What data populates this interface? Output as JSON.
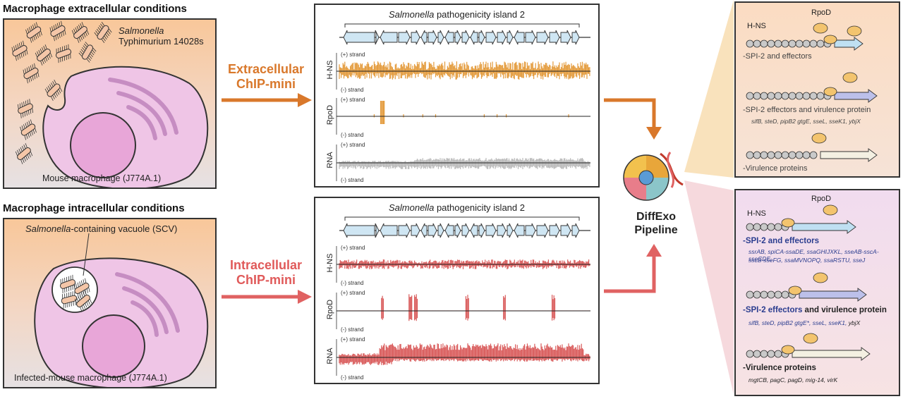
{
  "top": {
    "title": "Macrophage extracellular conditions",
    "salmonella_line1": "Salmonella",
    "salmonella_line2": "Typhimurium 14028s",
    "caption": "Mouse macrophage (J774A.1)"
  },
  "bottom": {
    "title": "Macrophage intracellular conditions",
    "scv_italic": "Salmonella",
    "scv_rest": "-containing vacuole (SCV)",
    "caption": "Infected-mouse macrophage (J774A.1)"
  },
  "chip": {
    "extra_line1": "Extracellular",
    "extra_line2": "ChIP-mini",
    "intra_line1": "Intracellular",
    "intra_line2": "ChIP-mini"
  },
  "tracks": {
    "island_italic": "Salmonella",
    "island_rest": " pathogenicity island 2",
    "plus": "(+) strand",
    "minus": "(-) strand",
    "labels": [
      "H-NS",
      "RpoD",
      "RNA"
    ]
  },
  "pipeline": {
    "line1": "DiffExo",
    "line2": "Pipeline"
  },
  "right_top": {
    "rpod": "RpoD",
    "hns": "H-NS",
    "row1": "-SPI-2 and effectors",
    "row2": "-SPI-2 effectors and virulence protein",
    "row2_genes": "sifB, steD, pipB2 gtgE, sseL, sseK1, ybjX",
    "row3": "-Virulence proteins"
  },
  "right_bottom": {
    "rpod": "RpoD",
    "hns": "H-NS",
    "row1": "-SPI-2 and effectors",
    "row1_genes_a": "ssrAB, spiCA-ssaDE, ssaGHIJXKL, sseAB-sscA-sseCDE,",
    "row1_genes_b": "sscB-sseFG, ssaMVNOPQ, ssaRSTU, sseJ",
    "row2_blue": "-SPI-2 effectors",
    "row2_black": " and virulence protein",
    "row2_genes_blue": "sifB, steD, pipB2 gtgE*, sseL, sseK1,",
    "row2_genes_black": " ybjX",
    "row3": "-Virulence proteins",
    "row3_genes": "mgtCB, pagC, pagD, mig-14, virK"
  },
  "colors": {
    "orange": "#d9782b",
    "red": "#e06262",
    "track_orange": "#e39a3a",
    "track_red": "#d95a5a",
    "rna_gray": "#b9b9b9",
    "blue_text": "#2b3d8f",
    "gene_fill": "#cfe6f3"
  }
}
